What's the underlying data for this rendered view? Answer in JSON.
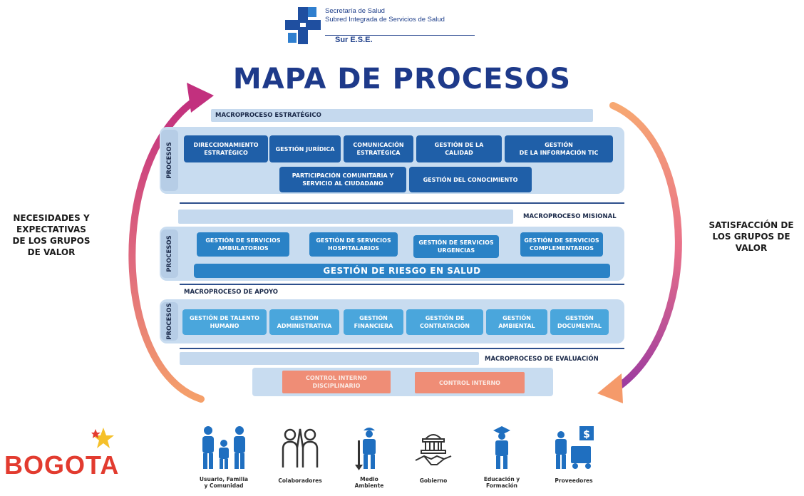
{
  "header": {
    "org_line1": "Secretaría de Salud",
    "org_line2": "Subred Integrada de Servicios de Salud",
    "org_line3": "Sur E.S.E.",
    "title": "MAPA DE PROCESOS"
  },
  "side_labels": {
    "left": "NECESIDADES Y\nEXPECTATIVAS\nDE LOS GRUPOS\nDE VALOR",
    "right": "SATISFACCIÓN DE\nLOS GRUPOS DE\nVALOR"
  },
  "processes_tab_label": "PROCESOS",
  "estrategico": {
    "label": "MACROPROCESO ESTRATÉGICO",
    "row1": [
      "DIRECCIONAMIENTO\nESTRATÉGICO",
      "GESTIÓN JURÍDICA",
      "COMUNICACIÓN\nESTRATÉGICA",
      "GESTIÓN DE LA\nCALIDAD",
      "GESTIÓN\nDE LA INFORMACIÓN TIC"
    ],
    "row2": [
      "PARTICIPACIÓN COMUNITARIA Y\nSERVICIO AL CIUDADANO",
      "GESTIÓN DEL CONOCIMIENTO"
    ]
  },
  "misional": {
    "label": "MACROPROCESO MISIONAL",
    "row1": [
      "GESTIÓN DE SERVICIOS\nAMBULATORIOS",
      "GESTIÓN DE SERVICIOS\nHOSPITALARIOS",
      "GESTIÓN DE SERVICIOS\nURGENCIAS",
      "GESTIÓN DE SERVICIOS\nCOMPLEMENTARIOS"
    ],
    "wide": "GESTIÓN DE RIESGO EN SALUD"
  },
  "apoyo": {
    "label": "MACROPROCESO DE APOYO",
    "row1": [
      "GESTIÓN DE TALENTO\nHUMANO",
      "GESTIÓN\nADMINISTRATIVA",
      "GESTIÓN\nFINANCIERA",
      "GESTIÓN DE\nCONTRATACIÓN",
      "GESTIÓN\nAMBIENTAL",
      "GESTIÓN\nDOCUMENTAL"
    ]
  },
  "evaluacion": {
    "label": "MACROPROCESO DE EVALUACIÓN",
    "row1": [
      "CONTROL INTERNO\nDISCIPLINARIO",
      "CONTROL INTERNO"
    ]
  },
  "footer": {
    "brand": "BOGOTA",
    "stakeholders": [
      {
        "label": "Usuario, Familia\ny Comunidad",
        "icon": "family-icon"
      },
      {
        "label": "Colaboradores",
        "icon": "collaborators-icon"
      },
      {
        "label": "Medio\nAmbiente",
        "icon": "worker-environment-icon"
      },
      {
        "label": "Gobierno",
        "icon": "government-handshake-icon"
      },
      {
        "label": "Educación y\nFormación",
        "icon": "graduate-icon"
      },
      {
        "label": "Proveedores",
        "icon": "supplier-icon"
      }
    ]
  },
  "colors": {
    "title": "#1e3a8a",
    "box_dark": "#1f5fa8",
    "box_light": "#4aa6dc",
    "panel": "#c8dcf0",
    "salmon": "#ef8d76",
    "arrow_magenta": "#c4307d",
    "arrow_orange": "#f59a6a"
  }
}
